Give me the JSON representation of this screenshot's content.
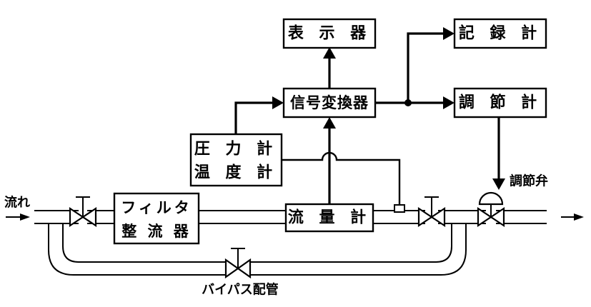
{
  "diagram": {
    "boxes": {
      "display": "表 示 器",
      "recorder": "記 録 計",
      "converter": "信号変換器",
      "controller": "調 節 計",
      "pressure_temp": [
        "圧 力 計",
        "温 度 計"
      ],
      "filter": [
        "フィルタ",
        "整 流 器"
      ],
      "flowmeter": "流 量 計"
    },
    "labels": {
      "flow_in": "流れ",
      "control_valve": "調節弁",
      "bypass": "バイパス配管"
    }
  }
}
